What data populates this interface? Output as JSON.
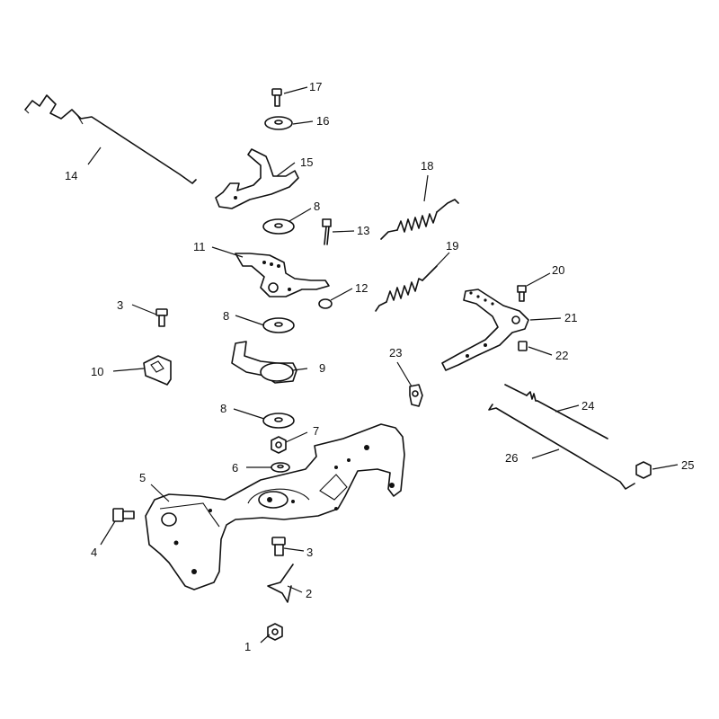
{
  "callouts": [
    {
      "id": "callout-1",
      "text": "1"
    },
    {
      "id": "callout-2",
      "text": "2"
    },
    {
      "id": "callout-3a",
      "text": "3"
    },
    {
      "id": "callout-3b",
      "text": "3"
    },
    {
      "id": "callout-4",
      "text": "4"
    },
    {
      "id": "callout-5",
      "text": "5"
    },
    {
      "id": "callout-6",
      "text": "6"
    },
    {
      "id": "callout-7",
      "text": "7"
    },
    {
      "id": "callout-8a",
      "text": "8"
    },
    {
      "id": "callout-8b",
      "text": "8"
    },
    {
      "id": "callout-8c",
      "text": "8"
    },
    {
      "id": "callout-9",
      "text": "9"
    },
    {
      "id": "callout-10",
      "text": "10"
    },
    {
      "id": "callout-11",
      "text": "11"
    },
    {
      "id": "callout-12",
      "text": "12"
    },
    {
      "id": "callout-13",
      "text": "13"
    },
    {
      "id": "callout-14",
      "text": "14"
    },
    {
      "id": "callout-15",
      "text": "15"
    },
    {
      "id": "callout-16",
      "text": "16"
    },
    {
      "id": "callout-17",
      "text": "17"
    },
    {
      "id": "callout-18",
      "text": "18"
    },
    {
      "id": "callout-19",
      "text": "19"
    },
    {
      "id": "callout-20",
      "text": "20"
    },
    {
      "id": "callout-21",
      "text": "21"
    },
    {
      "id": "callout-22",
      "text": "22"
    },
    {
      "id": "callout-23",
      "text": "23"
    },
    {
      "id": "callout-24",
      "text": "24"
    },
    {
      "id": "callout-25",
      "text": "25"
    },
    {
      "id": "callout-26",
      "text": "26"
    }
  ]
}
